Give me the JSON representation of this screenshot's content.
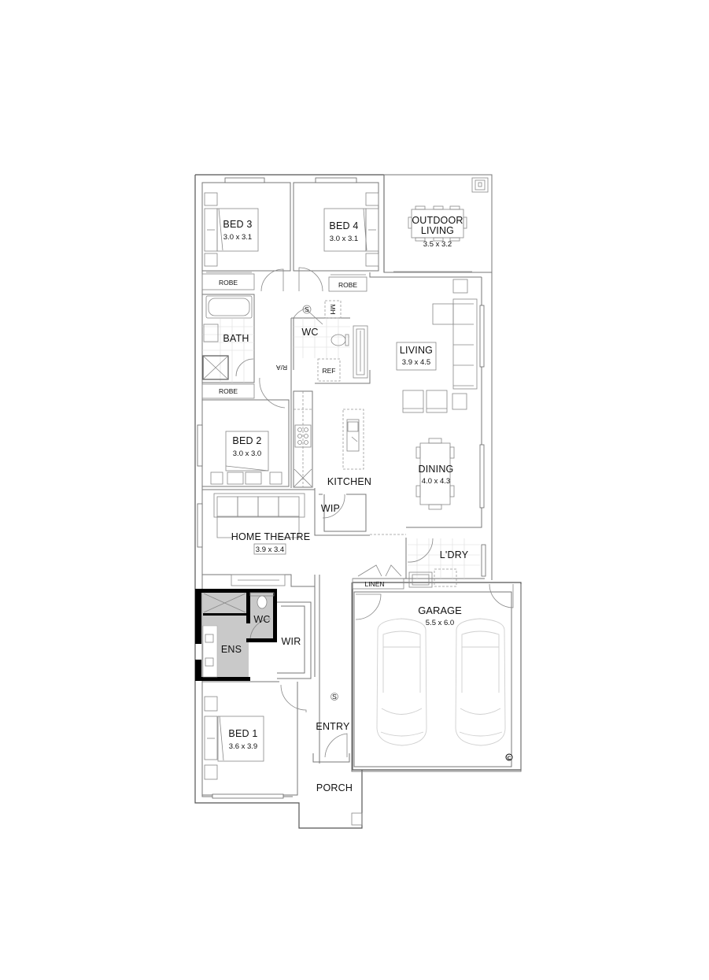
{
  "plan": {
    "rooms": [
      {
        "id": "bed3",
        "name": "BED 3",
        "size": "3.0 x 3.1"
      },
      {
        "id": "bed4",
        "name": "BED 4",
        "size": "3.0 x 3.1"
      },
      {
        "id": "outdoor",
        "name_line1": "OUTDOOR",
        "name_line2": "LIVING",
        "size": "3.5 x 3.2"
      },
      {
        "id": "living",
        "name": "LIVING",
        "size": "3.9 x 4.5"
      },
      {
        "id": "bed2",
        "name": "BED 2",
        "size": "3.0 x 3.0"
      },
      {
        "id": "kitchen",
        "name": "KITCHEN"
      },
      {
        "id": "dining",
        "name": "DINING",
        "size": "4.0 x 4.3"
      },
      {
        "id": "home_theatre",
        "name": "HOME THEATRE",
        "size": "3.9 x 3.4"
      },
      {
        "id": "laundry",
        "name": "L'DRY"
      },
      {
        "id": "garage",
        "name": "GARAGE",
        "size": "5.5 x 6.0"
      },
      {
        "id": "bed1",
        "name": "BED 1",
        "size": "3.6 x 3.9"
      },
      {
        "id": "entry",
        "name": "ENTRY"
      },
      {
        "id": "porch",
        "name": "PORCH"
      },
      {
        "id": "bath",
        "name": "BATH"
      },
      {
        "id": "wc_main",
        "name": "WC"
      },
      {
        "id": "wc_ens",
        "name": "WC"
      },
      {
        "id": "ens",
        "name": "ENS"
      },
      {
        "id": "wir",
        "name": "WIR"
      },
      {
        "id": "wip",
        "name": "WIP"
      }
    ],
    "fixtures": {
      "robe_bed3": "ROBE",
      "robe_bed4": "ROBE",
      "robe_bed2": "ROBE",
      "linen": "LINEN",
      "ref": "REF",
      "mh": "MH",
      "ra": "R/A",
      "smoke_symbol": "S",
      "compressor_symbol": "C"
    },
    "colors": {
      "wall": "#777777",
      "ensuite_fill": "#c9c9c9",
      "ensuite_wall": "#000000",
      "background": "#ffffff"
    }
  }
}
